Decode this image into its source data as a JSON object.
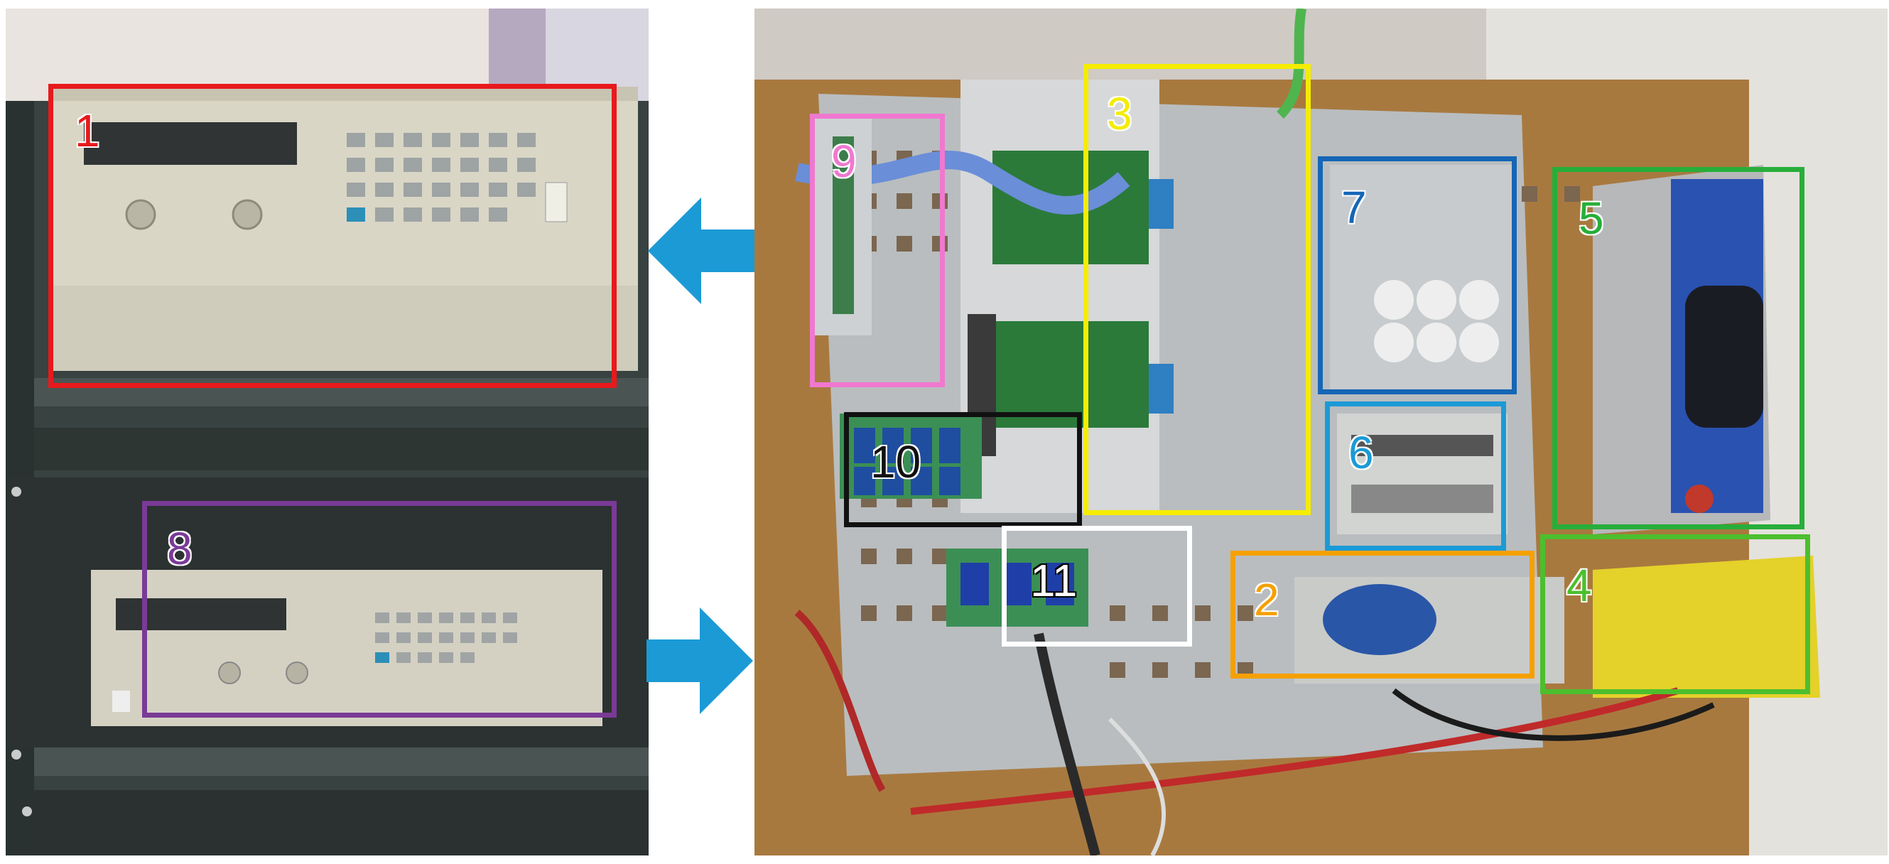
{
  "colors": {
    "arrow": "#1b9ad6",
    "box1": "#e8191c",
    "box2": "#f5a000",
    "box3": "#f5ec00",
    "box4": "#4cbf2e",
    "box5": "#27ae3a",
    "box6": "#1b9ad6",
    "box7": "#1466b6",
    "box8": "#7a3a97",
    "box9": "#f078d0",
    "box10": "#111111",
    "box11": "#ffffff"
  },
  "labels": {
    "l1": "1",
    "l2": "2",
    "l3": "3",
    "l4": "4",
    "l5": "5",
    "l6": "6",
    "l7": "7",
    "l8": "8",
    "l9": "9",
    "l10": "10",
    "l11": "11"
  }
}
